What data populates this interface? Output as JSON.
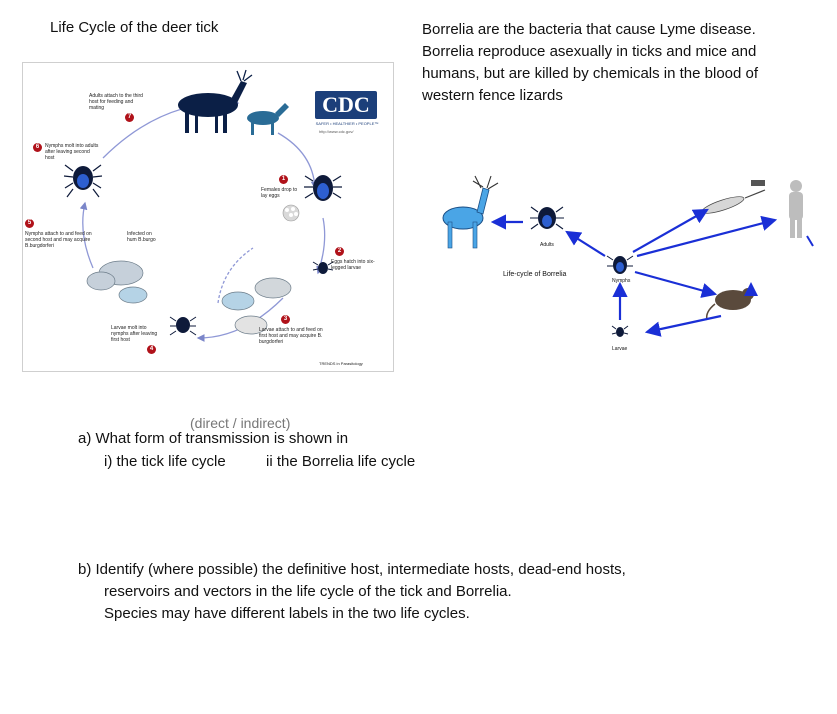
{
  "left_title": "Life Cycle of the deer tick",
  "description": "Borrelia are the bacteria that cause Lyme disease. Borrelia reproduce asexually in ticks and mice and humans, but are killed by chemicals in the blood of western fence lizards",
  "tick_figure": {
    "cdc_logo": "CDC",
    "cdc_tagline": "SAFER • HEALTHIER • PEOPLE™",
    "cdc_url": "http://www.cdc.gov/",
    "footer": "TRENDS in Parasitology",
    "labels": {
      "adults_attach": "Adults attach to the third host for feeding and mating",
      "nymphs_molt": "Nymphs molt into adults after leaving second host",
      "nymphs_attach": "Nymphs attach to and feed on second host and may acquire B.burgdorferi",
      "infected": "Infected on hum B.burgo",
      "larvae_molt": "Larvae molt into nymphs after leaving first host",
      "larvae_attach": "Larvae attach to and feed on first host and may acquire B. burgdorferi",
      "females_drop": "Females drop to lay eggs",
      "eggs_hatch": "Eggs hatch into six-legged larvae"
    },
    "numbers": [
      "1",
      "2",
      "3",
      "4",
      "5",
      "6",
      "7"
    ]
  },
  "borrelia_figure": {
    "title": "Life-cycle of Borrelia",
    "adults": "Adults",
    "nymphs": "Nymphs",
    "larvae": "Larvae"
  },
  "question_a": {
    "hint": "(direct / indirect)",
    "line1": "a)  What form of transmission is shown in",
    "line2_i": "i) the tick life cycle",
    "line2_ii": "ii the Borrelia life cycle"
  },
  "question_b": {
    "line1": "b)  Identify  (where possible) the definitive host, intermediate hosts, dead-end hosts,",
    "line2": "reservoirs and vectors in the life cycle  of the  tick and Borrelia.",
    "line3": "Species may have different labels  in the two life cycles."
  }
}
